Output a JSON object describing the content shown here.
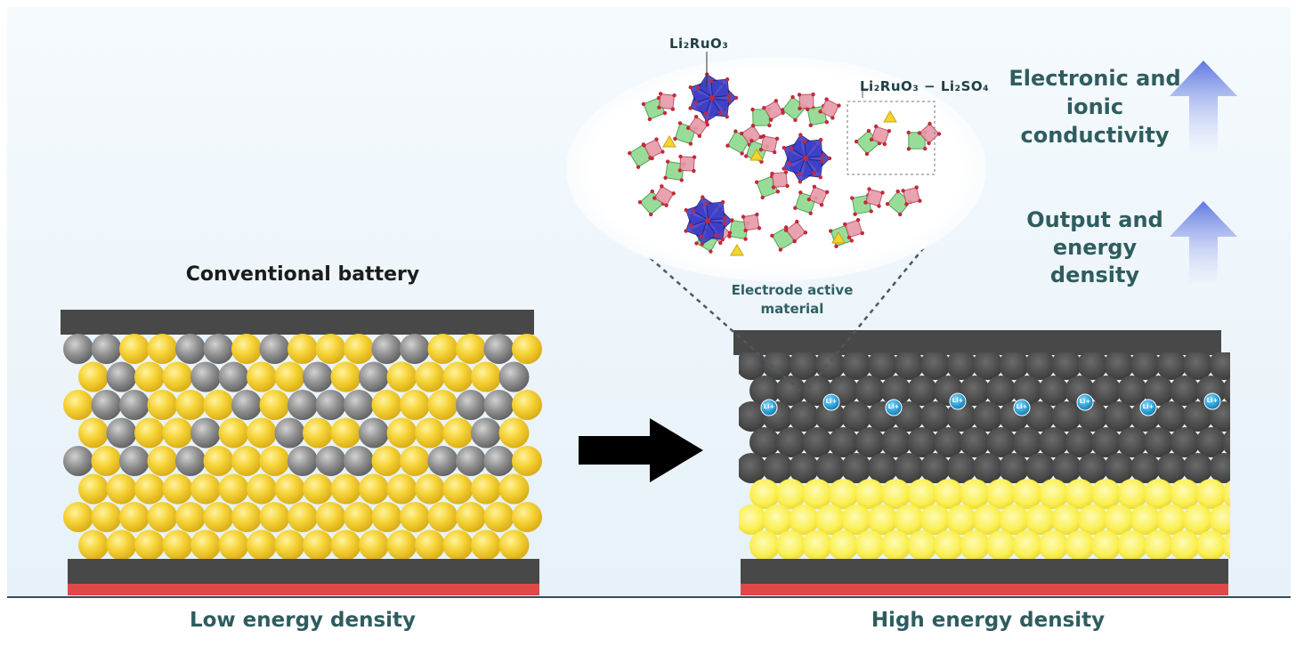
{
  "labels": {
    "conventional_title": "Conventional battery",
    "low_caption": "Low energy density",
    "high_caption": "High energy density",
    "conductivity_text": "Electronic and ionic conductivity",
    "output_text": "Output and energy density",
    "electrode_text": "Electrode active material",
    "li2ruo3": "Li₂RuO₃",
    "li2ruo3_li2so4": "Li₂RuO₃ − Li₂SO₄",
    "li_ion": "Li+"
  },
  "colors": {
    "current_collector": "#484848",
    "base_strip": "#e04848",
    "solid_electrolyte_yellow": "#f2cf2a",
    "active_material_gray": "#8f8f8f",
    "dark_electrode": "#4a4a4a",
    "li_ion_blue": "#2fa4d8",
    "up_arrow": "#6f86e6",
    "text_teal": "#2f5d5f",
    "background": "#eef6fb"
  },
  "icons": [
    "right-arrow-icon",
    "up-arrow-icon",
    "li-ion-icon"
  ]
}
